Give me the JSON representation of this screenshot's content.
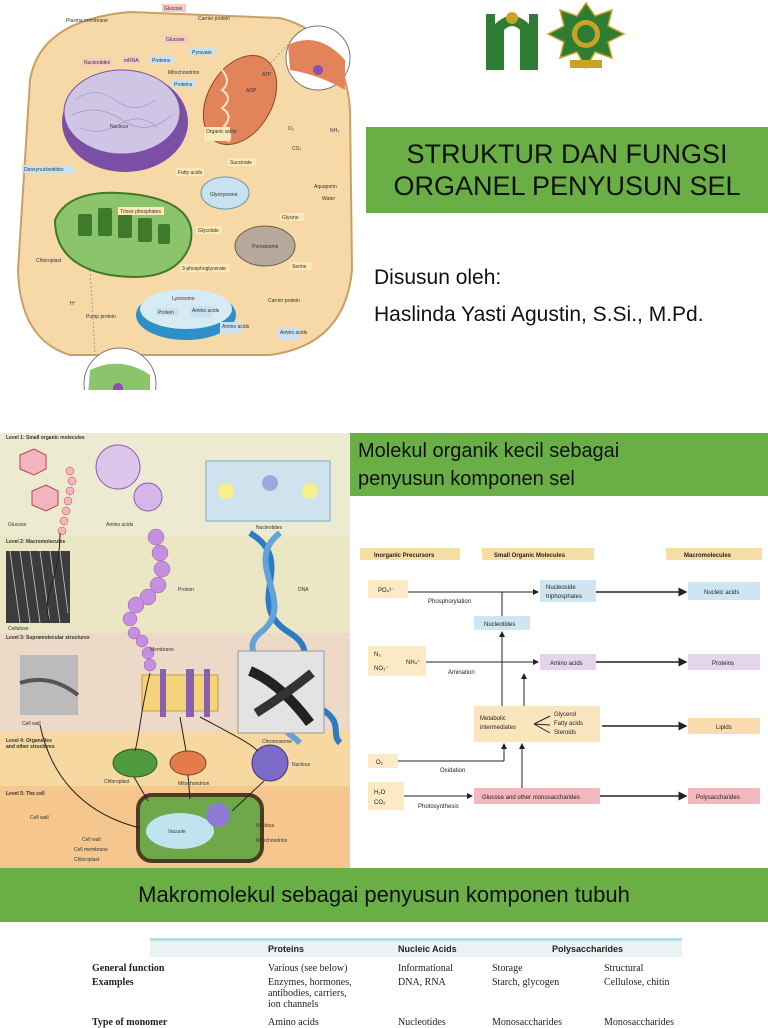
{
  "title": {
    "line1": "STRUKTUR DAN FUNGSI",
    "line2": "ORGANEL PENYUSUN SEL"
  },
  "author": {
    "label": "Disusun oleh:",
    "name": "Haslinda Yasti Agustin, S.Si., M.Pd."
  },
  "colors": {
    "accent_green": "#6aae46",
    "logo_green": "#2e7d32",
    "cell_fill": "#f7d9a8",
    "nucleus_fill": "#b9a9d9"
  },
  "logos": [
    "institution-logo",
    "kemenag-logo"
  ],
  "cell_diagram": {
    "labels": {
      "plasma_membrane": "Plasma membrane",
      "glucose_top": "Glucose",
      "carrier_protein": "Carrier protein",
      "glucose": "Glucose",
      "pyruvate": "Pyruvate",
      "nucleotides": "Nucleotides",
      "mrna": "mRNA",
      "proteins": "Proteins",
      "proteins2": "Proteins",
      "mitochondrion": "Mitochondrion",
      "nucleus": "Nucleus",
      "deoxynucleotides": "Deoxynucleotides",
      "organic_acids": "Organic acids",
      "fatty_acids": "Fatty acids",
      "succinate": "Succinate",
      "glyoxysome": "Glyoxysome",
      "triose_phosphates": "Triose phosphates",
      "glycolate": "Glycolate",
      "glycine": "Glycine",
      "peroxisome": "Peroxisome",
      "serine": "Serine",
      "phosphoglycerate": "3-phosphoglycerate",
      "chloroplast": "Chloroplast",
      "lysosome": "Lysosome",
      "protein": "Protein",
      "amino_acids": "Amino acids",
      "amino_acids2": "Amino acids",
      "amino_acids3": "Amino acids",
      "pump_protein": "Pump protein",
      "aquaporin": "Aquaporin",
      "water": "Water",
      "carrier_protein2": "Carrier protein",
      "atp": "ATP",
      "adp": "ADP",
      "o2": "O₂",
      "co2": "CO₂",
      "h_plus": "H⁺",
      "nh3": "NH₃"
    }
  },
  "molecules_banner": {
    "line1": "Molekul organik kecil sebagai",
    "line2": "penyusun komponen sel"
  },
  "levels_figure": {
    "level1": "Level 1: Small organic molecules",
    "level2": "Level 2: Macromolecules",
    "level3": "Level 3: Supramolecular structures",
    "level4": "Level 4: Organelles and other structures",
    "level5": "Level 5: The cell",
    "glucose": "Glucose",
    "amino_acids": "Amino acids",
    "nucleotides": "Nucleotides",
    "cellulose": "Cellulose",
    "protein": "Protein",
    "dna": "DNA",
    "membrane": "Membrane",
    "cell_wall": "Cell wall",
    "chromosome": "Chromosome",
    "chloroplast": "Chloroplast",
    "mitochondrion": "Mitochondrion",
    "nucleus": "Nucleus",
    "vacuole": "Vacuole",
    "cell_wall2": "Cell wall",
    "cell_wall3": "Cell wall",
    "cell_membrane": "Cell membrane",
    "chloroplast2": "Chloroplast",
    "nucleus2": "Nucleus",
    "mitochondrion2": "Mitochondrion"
  },
  "flow": {
    "headers": [
      "Inorganic Precursors",
      "Small Organic Molecules",
      "Macromolecules"
    ],
    "po4": "PO₄³⁻",
    "phosphorylation": "Phosphorylation",
    "nucleoside_triphosphates": [
      "Nucleoside",
      "triphosphates"
    ],
    "nucleic_acids": "Nucleic acids",
    "nucleotides": "Nucleotides",
    "n2": "N₂",
    "no3": "NO₃⁻",
    "nh4": "NH₄⁺",
    "amination": "Amination",
    "amino_acids": "Amino acids",
    "proteins": "Proteins",
    "metabolic": [
      "Metabolic",
      "intermediates"
    ],
    "glycerol": "Glycerol",
    "fatty_acids": "Fatty acids",
    "steroids": "Steroids",
    "lipids": "Lipids",
    "o2": "O₂",
    "oxidation": "Oxidation",
    "h2o": "H₂O",
    "co2": "CO₂",
    "photosynthesis": "Photosynthesis",
    "glucose": "Glucose and other monosaccharides",
    "polysaccharides": "Polysaccharides"
  },
  "macro_banner": "Makromolekul sebagai penyusun komponen tubuh",
  "table": {
    "headers": [
      "Proteins",
      "Nucleic Acids",
      "Polysaccharides"
    ],
    "rows": [
      {
        "label": "General function",
        "cells": [
          "Various (see below)",
          "Informational",
          "Storage",
          "Structural"
        ]
      },
      {
        "label": "Examples",
        "cells": [
          "Enzymes, hormones,\nantibodies, carriers,\nion channels",
          "DNA, RNA",
          "Starch, glycogen",
          "Cellulose, chitin"
        ]
      },
      {
        "label": "Type of monomer",
        "cells": [
          "Amino acids",
          "Nucleotides",
          "Monosaccharides",
          "Monosaccharides"
        ]
      }
    ]
  }
}
